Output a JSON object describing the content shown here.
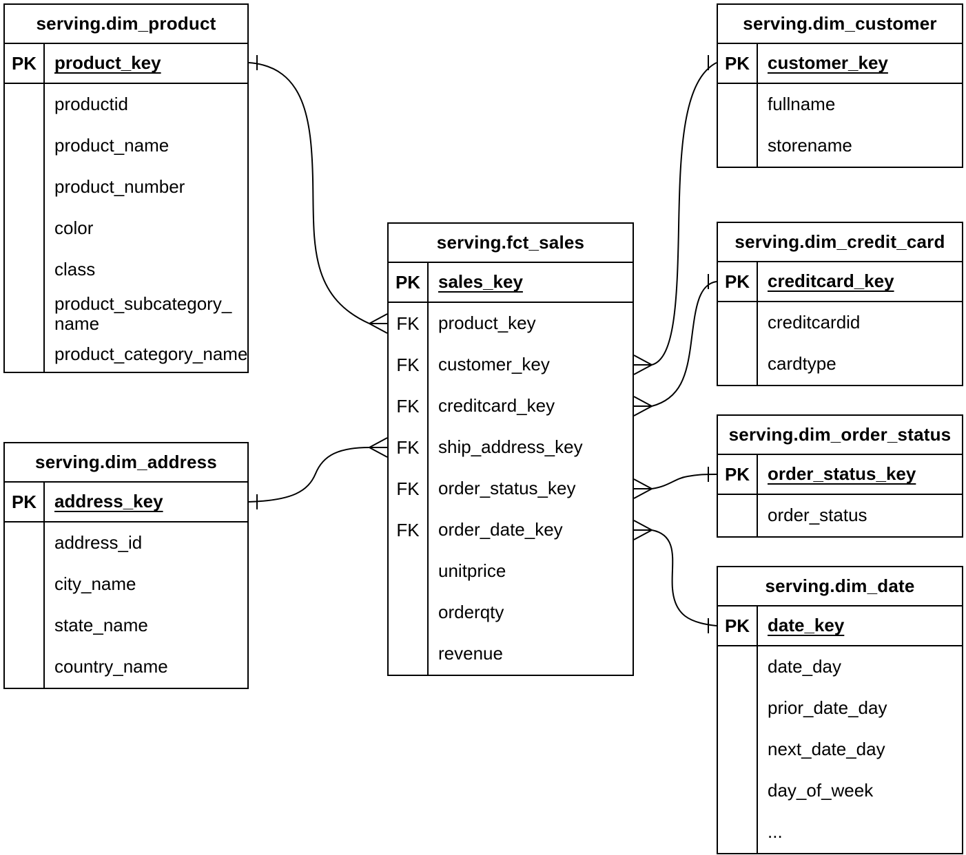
{
  "tables": {
    "dim_product": {
      "title": "serving.dim_product",
      "pk": {
        "key": "PK",
        "field": "product_key"
      },
      "rows": [
        {
          "key": "",
          "field": "productid"
        },
        {
          "key": "",
          "field": "product_name"
        },
        {
          "key": "",
          "field": "product_number"
        },
        {
          "key": "",
          "field": "color"
        },
        {
          "key": "",
          "field": "class"
        },
        {
          "key": "",
          "field": "product_subcategory_\nname"
        },
        {
          "key": "",
          "field": "product_category_name"
        }
      ]
    },
    "dim_address": {
      "title": "serving.dim_address",
      "pk": {
        "key": "PK",
        "field": "address_key"
      },
      "rows": [
        {
          "key": "",
          "field": "address_id"
        },
        {
          "key": "",
          "field": "city_name"
        },
        {
          "key": "",
          "field": "state_name"
        },
        {
          "key": "",
          "field": "country_name"
        }
      ]
    },
    "fct_sales": {
      "title": "serving.fct_sales",
      "pk": {
        "key": "PK",
        "field": "sales_key"
      },
      "rows": [
        {
          "key": "FK",
          "field": "product_key"
        },
        {
          "key": "FK",
          "field": "customer_key"
        },
        {
          "key": "FK",
          "field": "creditcard_key"
        },
        {
          "key": "FK",
          "field": "ship_address_key"
        },
        {
          "key": "FK",
          "field": "order_status_key"
        },
        {
          "key": "FK",
          "field": "order_date_key"
        },
        {
          "key": "",
          "field": "unitprice"
        },
        {
          "key": "",
          "field": "orderqty"
        },
        {
          "key": "",
          "field": "revenue"
        }
      ]
    },
    "dim_customer": {
      "title": "serving.dim_customer",
      "pk": {
        "key": "PK",
        "field": "customer_key"
      },
      "rows": [
        {
          "key": "",
          "field": "fullname"
        },
        {
          "key": "",
          "field": "storename"
        }
      ]
    },
    "dim_credit_card": {
      "title": "serving.dim_credit_card",
      "pk": {
        "key": "PK",
        "field": "creditcard_key"
      },
      "rows": [
        {
          "key": "",
          "field": "creditcardid"
        },
        {
          "key": "",
          "field": "cardtype"
        }
      ]
    },
    "dim_order_status": {
      "title": "serving.dim_order_status",
      "pk": {
        "key": "PK",
        "field": "order_status_key"
      },
      "rows": [
        {
          "key": "",
          "field": "order_status"
        }
      ]
    },
    "dim_date": {
      "title": "serving.dim_date",
      "pk": {
        "key": "PK",
        "field": "date_key"
      },
      "rows": [
        {
          "key": "",
          "field": "date_day"
        },
        {
          "key": "",
          "field": "prior_date_day"
        },
        {
          "key": "",
          "field": "next_date_day"
        },
        {
          "key": "",
          "field": "day_of_week"
        },
        {
          "key": "",
          "field": "..."
        }
      ]
    }
  },
  "relationships": [
    {
      "one": "serving.dim_product.product_key",
      "many": "serving.fct_sales.product_key",
      "cardinality": "one-to-many"
    },
    {
      "one": "serving.dim_customer.customer_key",
      "many": "serving.fct_sales.customer_key",
      "cardinality": "one-to-many"
    },
    {
      "one": "serving.dim_credit_card.creditcard_key",
      "many": "serving.fct_sales.creditcard_key",
      "cardinality": "one-to-many"
    },
    {
      "one": "serving.dim_address.address_key",
      "many": "serving.fct_sales.ship_address_key",
      "cardinality": "one-to-many"
    },
    {
      "one": "serving.dim_order_status.order_status_key",
      "many": "serving.fct_sales.order_status_key",
      "cardinality": "one-to-many"
    },
    {
      "one": "serving.dim_date.date_key",
      "many": "serving.fct_sales.order_date_key",
      "cardinality": "one-to-many"
    }
  ],
  "colors": {
    "line": "#000000",
    "background": "#ffffff",
    "text": "#000000"
  }
}
